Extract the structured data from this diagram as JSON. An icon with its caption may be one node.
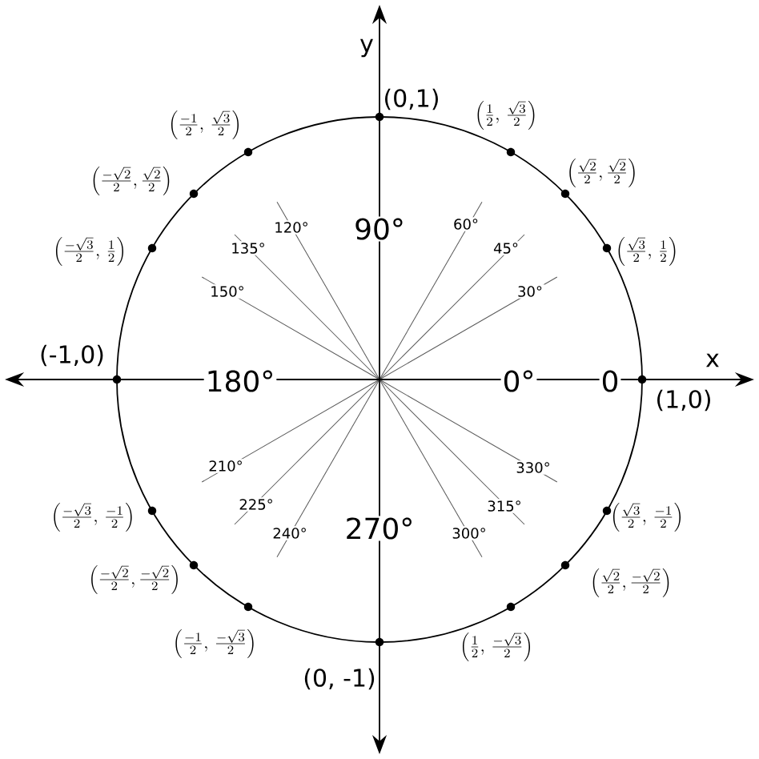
{
  "diagram": {
    "labels": [
      "y",
      "(0,1)",
      "\\left(\\frac{-1}{2},\\,\\frac{\\sqrt{3}}{2}\\right)",
      "\\left(\\frac{1}{2},\\,\\frac{\\sqrt{3}}{2}\\right)",
      "\\left(\\frac{-\\sqrt{2}}{2},\\frac{\\sqrt{2}}{2}\\right)",
      "\\left(\\frac{\\sqrt{2}}{2},\\frac{\\sqrt{2}}{2}\\right)",
      "90°",
      "120°",
      "60°",
      "\\left(\\frac{-\\sqrt{3}}{2},\\,\\frac{1}{2}\\right)",
      "\\left(\\frac{\\sqrt{3}}{2},\\,\\frac{1}{2}\\right)",
      "135°",
      "45°",
      "150°",
      "30°",
      "x",
      "(-1,0)",
      "180°",
      "0°",
      "0",
      "(1,0)",
      "210°",
      "330°",
      "\\left(\\frac{-\\sqrt{3}}{2},\\,\\frac{-1}{2}\\right)",
      "225°",
      "315°",
      "\\left(\\frac{\\sqrt{3}}{2},\\,\\frac{-1}{2}\\right)",
      "240°",
      "270°",
      "300°",
      "\\left(\\frac{-\\sqrt{2}}{2},\\frac{-\\sqrt{2}}{2}\\right)",
      "\\left(\\frac{\\sqrt{2}}{2},\\frac{-\\sqrt{2}}{2}\\right)",
      "\\left(\\frac{-1}{2},\\,\\frac{-\\sqrt{3}}{2}\\right)",
      "\\left(\\frac{1}{2},\\,\\frac{-\\sqrt{3}}{2}\\right)",
      "(0, -1)"
    ]
  }
}
